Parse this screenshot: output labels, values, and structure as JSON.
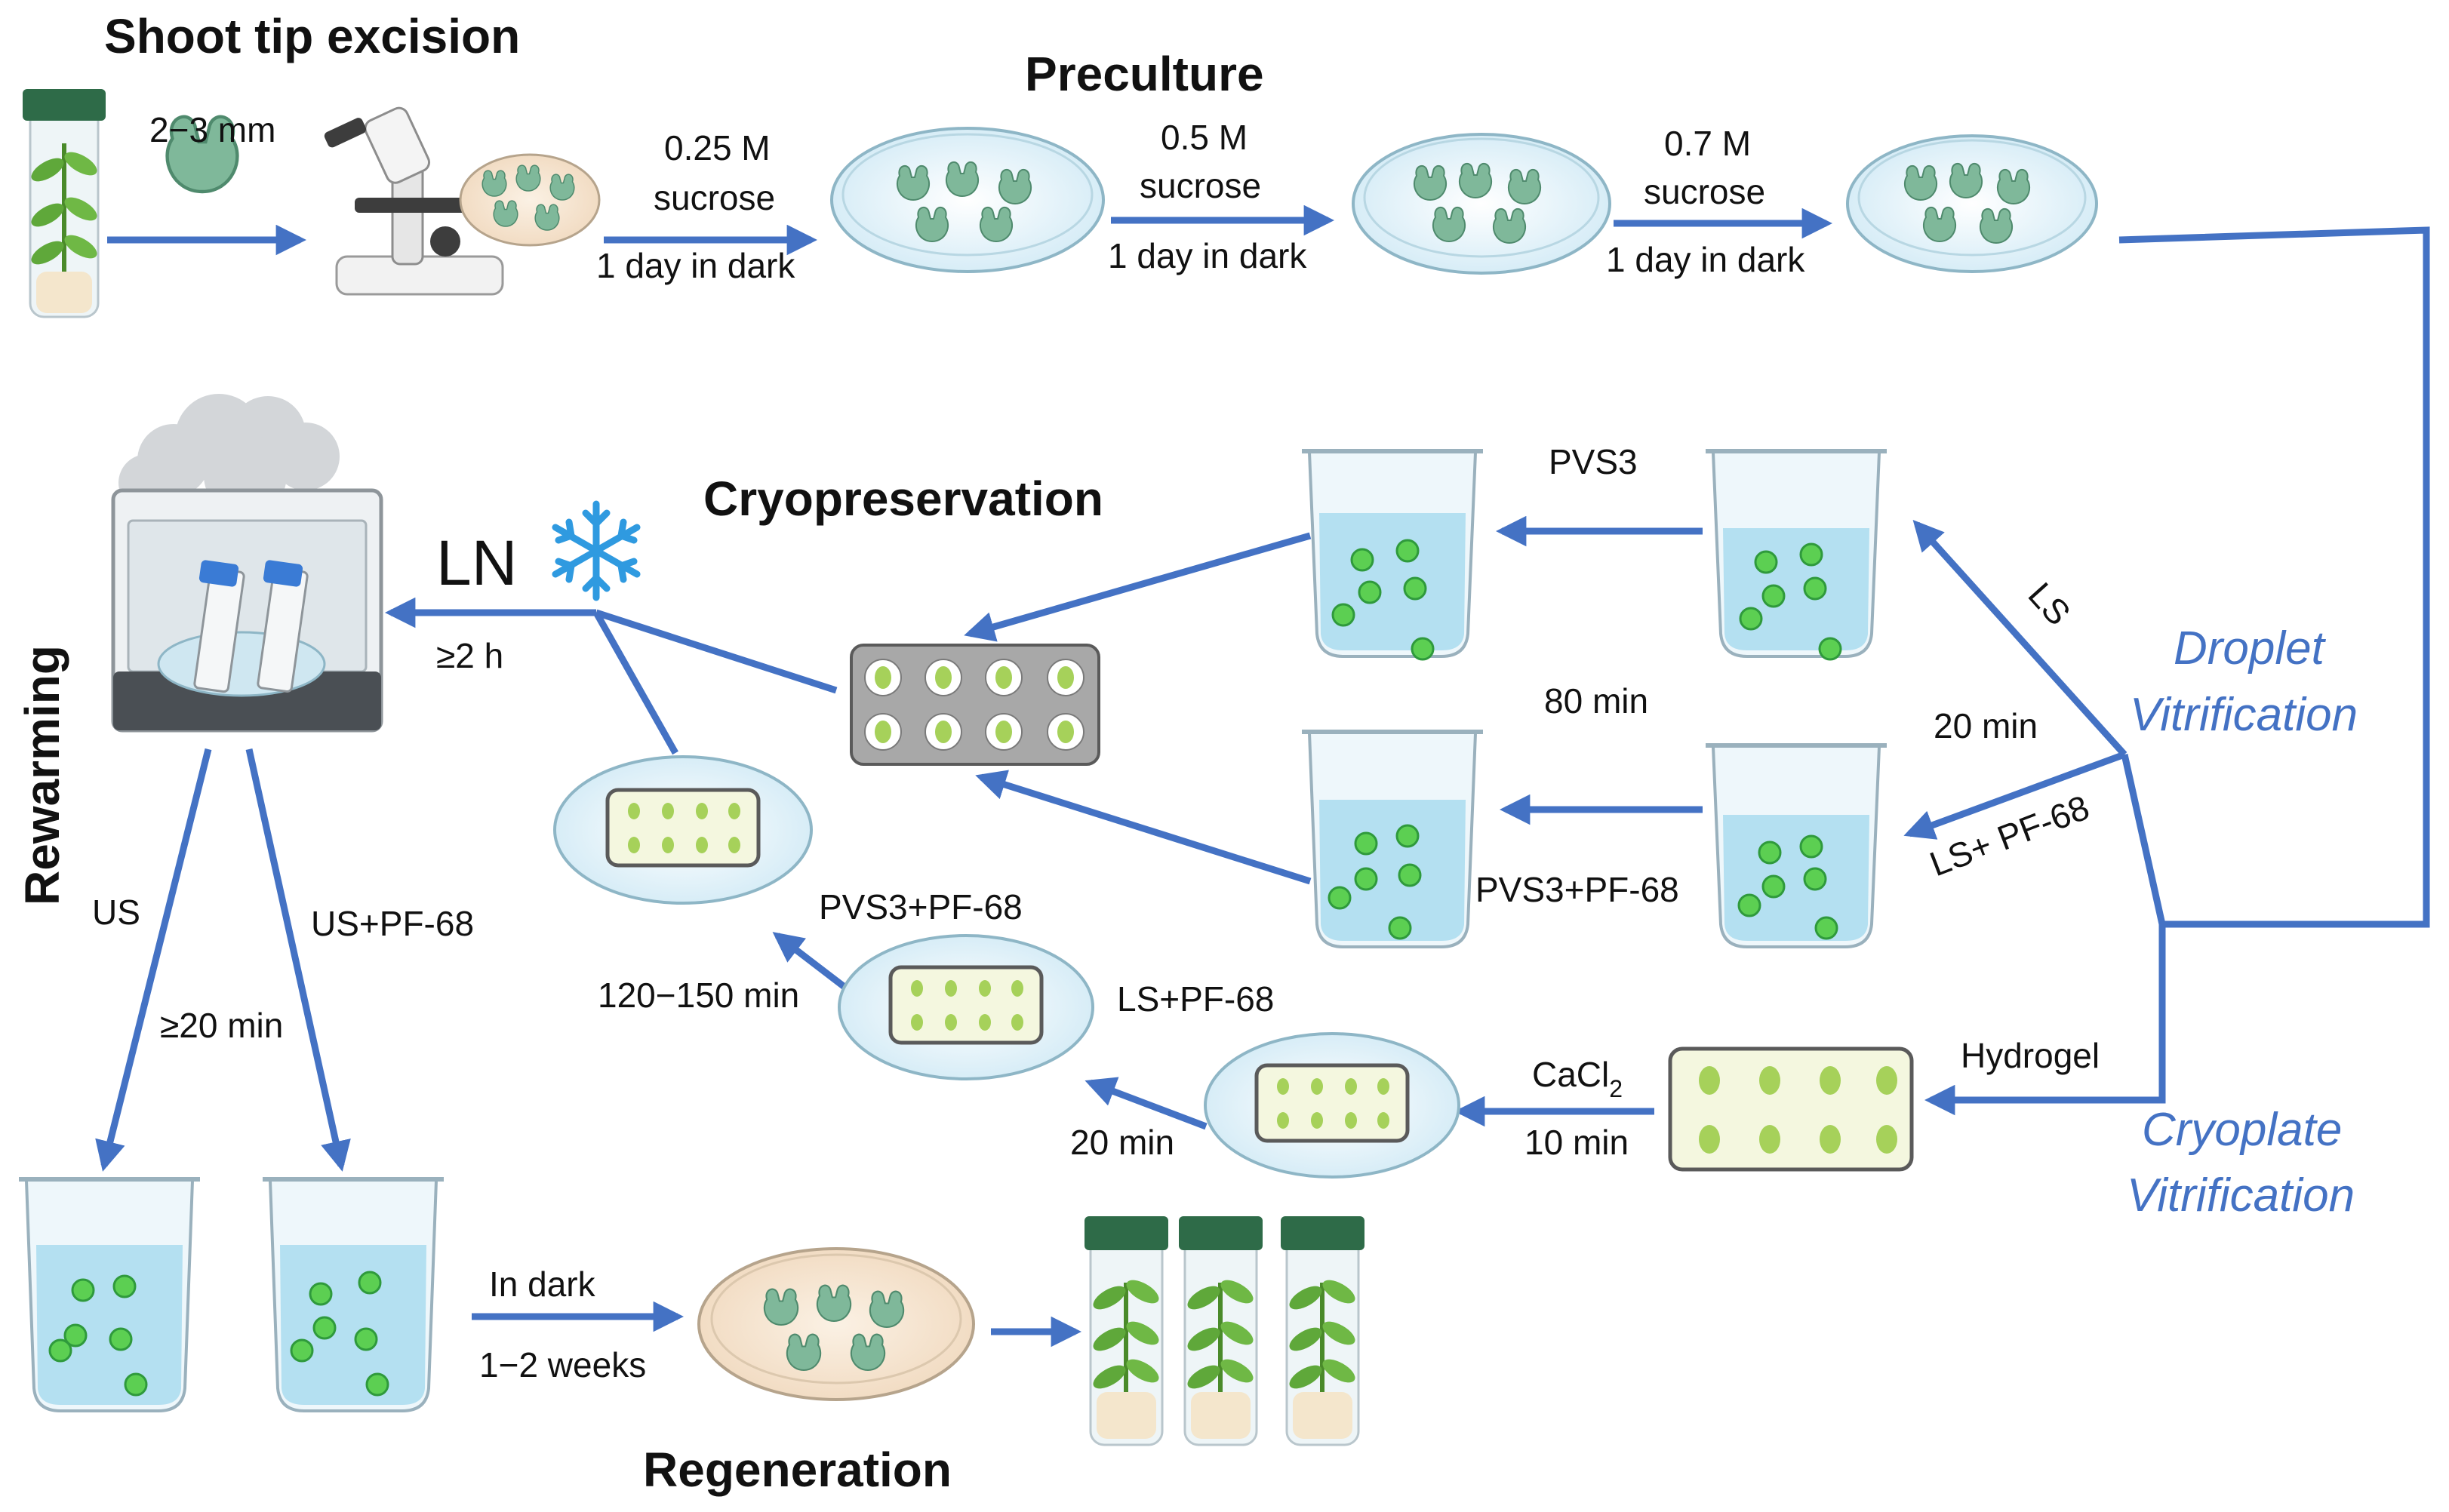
{
  "headers": {
    "shoot_tip": "Shoot tip excision",
    "preculture": "Preculture",
    "cryopreservation": "Cryopreservation",
    "rewarming": "Rewarming",
    "regeneration": "Regeneration"
  },
  "methods": {
    "droplet_1": "Droplet",
    "droplet_2": "Vitrification",
    "cryoplate_1": "Cryoplate",
    "cryoplate_2": "Vitrification"
  },
  "labels": {
    "size": "2−3 mm",
    "suc1_a": "0.25 M",
    "suc1_b": "sucrose",
    "suc1_c": "1 day in dark",
    "suc2_a": "0.5 M",
    "suc2_b": "sucrose",
    "suc2_c": "1 day in dark",
    "suc3_a": "0.7 M",
    "suc3_b": "sucrose",
    "suc3_c": "1 day in dark",
    "pvs3": "PVS3",
    "ls": "LS",
    "t80": "80 min",
    "t20a": "20 min",
    "ls_pf": "LS+ PF-68",
    "pvs3_pf_a": "PVS3+PF-68",
    "ln": "LN",
    "ln_time": "≥2 h",
    "pvs3_pf_b": "PVS3+PF-68",
    "t120": "120−150 min",
    "ls_pf_b": "LS+PF-68",
    "t20b": "20 min",
    "cacl_base": "CaCl",
    "cacl_sub": "2",
    "t10": "10 min",
    "hydrogel": "Hydrogel",
    "us": "US",
    "us_pf": "US+PF-68",
    "t20c": "≥20 min",
    "in_dark": "In dark",
    "weeks": "1−2 weeks"
  },
  "colors": {
    "arrow": "#4472c4",
    "shoot": "#7fb89a",
    "liquid": "#a9dcef",
    "bead": "#5ccf52",
    "tube_cap": "#2e6b48",
    "plate": "#a8a8a8"
  }
}
